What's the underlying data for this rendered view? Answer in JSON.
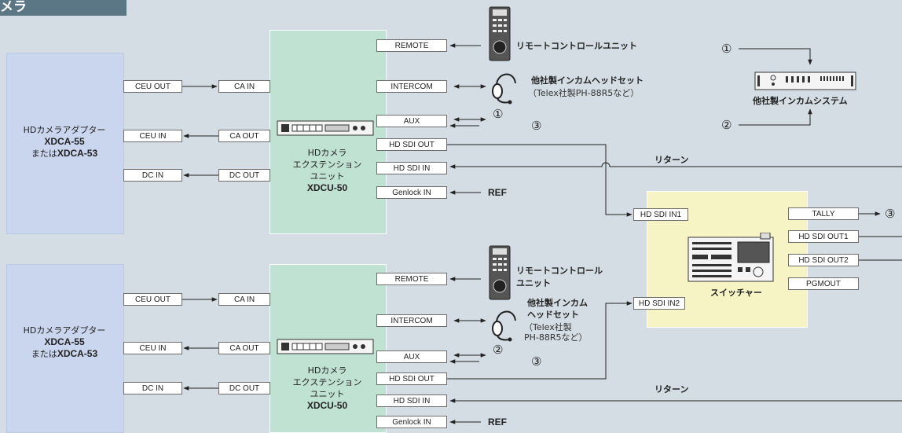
{
  "header": {
    "title": "メラ"
  },
  "adapter": {
    "line1": "HDカメラアダプター",
    "model1": "XDCA-55",
    "line3": "または",
    "model2": "XDCA-53",
    "ports": {
      "ceu_out": "CEU OUT",
      "ceu_in": "CEU IN",
      "dc_in": "DC IN"
    }
  },
  "ccu": {
    "line1": "HDカメラ",
    "line2": "エクステンション",
    "line3": "ユニット",
    "model": "XDCU-50",
    "ports": {
      "ca_in": "CA IN",
      "ca_out": "CA OUT",
      "dc_out": "DC OUT",
      "remote": "REMOTE",
      "intercom": "INTERCOM",
      "aux": "AUX",
      "hd_sdi_out": "HD SDI OUT",
      "hd_sdi_in": "HD SDI IN",
      "genlock_in": "Genlock IN"
    }
  },
  "remote_unit": {
    "label_full": "リモートコントロールユニット",
    "label_line1": "リモートコントロール",
    "label_line2": "ユニット"
  },
  "headset": {
    "label_full": "他社製インカムヘッドセット",
    "sub_full": "（Telex社製PH-88R5など）",
    "label_line1": "他社製インカム",
    "label_line2": "ヘッドセット",
    "sub_line1": "（Telex社製",
    "sub_line2": "PH-88R5など）"
  },
  "intercom_system": {
    "label": "他社製インカムシステム"
  },
  "markers": {
    "one": "①",
    "two": "②",
    "three": "③"
  },
  "ref": "REF",
  "return": "リターン",
  "switcher": {
    "label": "スイッチャー",
    "ports": {
      "in1": "HD SDI IN1",
      "in2": "HD SDI IN2",
      "tally": "TALLY",
      "out1": "HD SDI OUT1",
      "out2": "HD SDI OUT2",
      "pgmout": "PGMOUT"
    }
  }
}
